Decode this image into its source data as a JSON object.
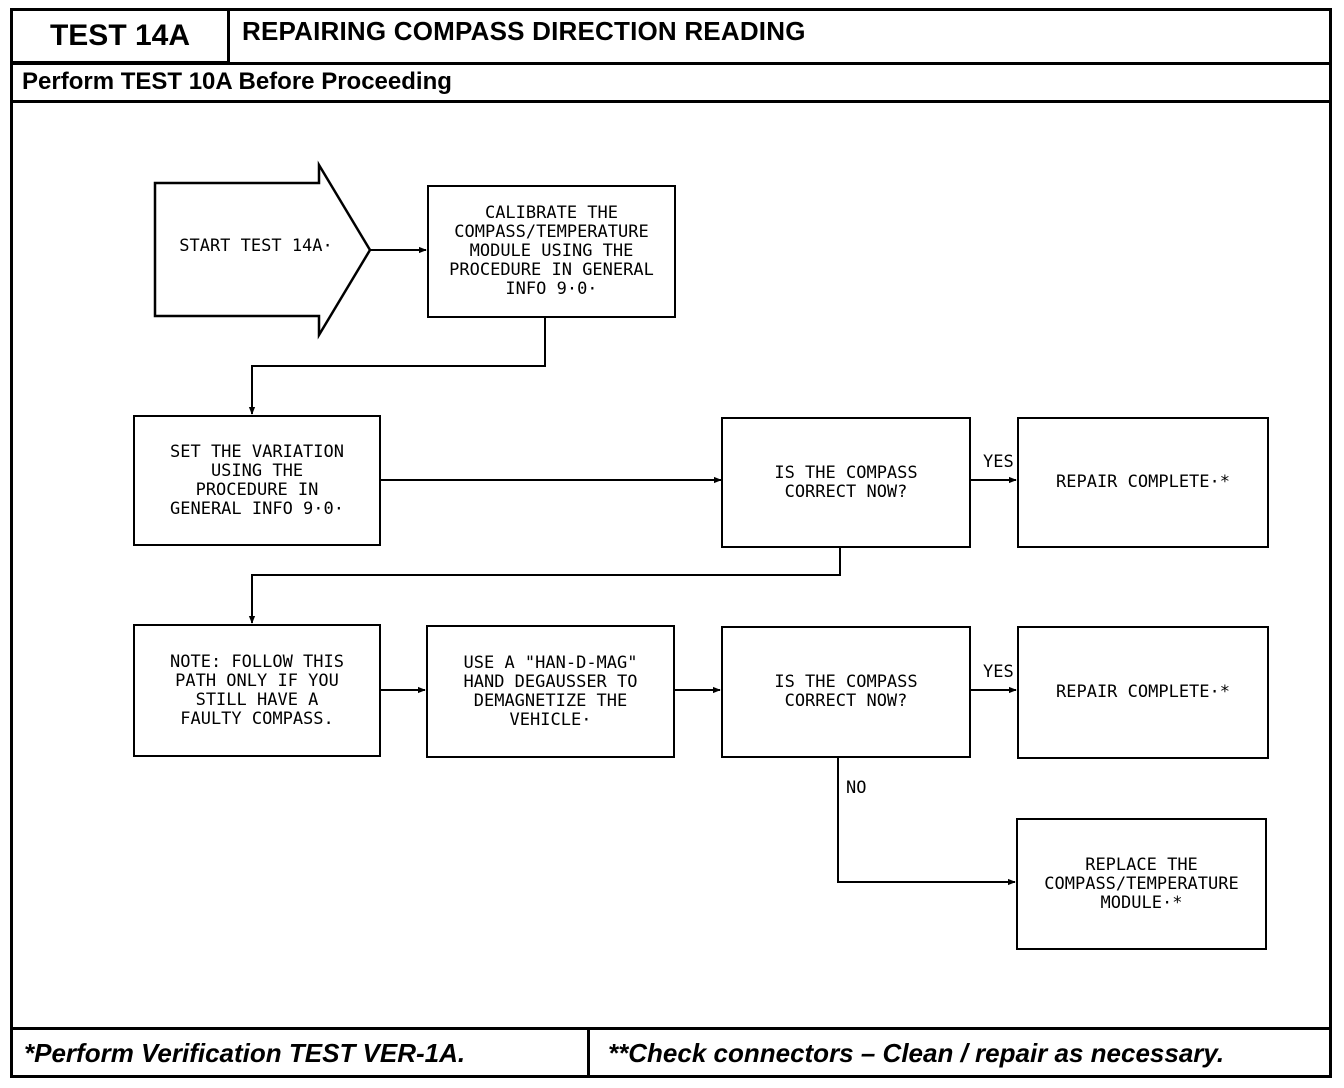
{
  "header": {
    "test_id": "TEST 14A",
    "title": "REPAIRING COMPASS DIRECTION READING",
    "subtitle": "Perform TEST 10A Before Proceeding"
  },
  "flow": {
    "start": "START TEST 14A·",
    "calibrate": "CALIBRATE THE\nCOMPASS/TEMPERATURE\nMODULE USING THE\nPROCEDURE IN GENERAL\nINFO 9·0·",
    "set_variation": "SET THE VARIATION\nUSING THE\nPROCEDURE IN\nGENERAL INFO 9·0·",
    "question_1": "IS THE COMPASS\nCORRECT NOW?",
    "repair_complete_1": "REPAIR COMPLETE·*",
    "note": "NOTE:  FOLLOW THIS\nPATH ONLY IF YOU\nSTILL HAVE A\nFAULTY COMPASS.",
    "degauss": "USE A \"HAN-D-MAG\"\nHAND DEGAUSSER TO\nDEMAGNETIZE THE\nVEHICLE·",
    "question_2": "IS THE COMPASS\nCORRECT NOW?",
    "repair_complete_2": "REPAIR COMPLETE·*",
    "replace": "REPLACE THE\nCOMPASS/TEMPERATURE\nMODULE·*",
    "yes_label_1": "YES",
    "yes_label_2": "YES",
    "no_label": "NO"
  },
  "footer": {
    "left": "*Perform Verification TEST VER-1A.",
    "right": "**Check connectors – Clean / repair as necessary."
  }
}
